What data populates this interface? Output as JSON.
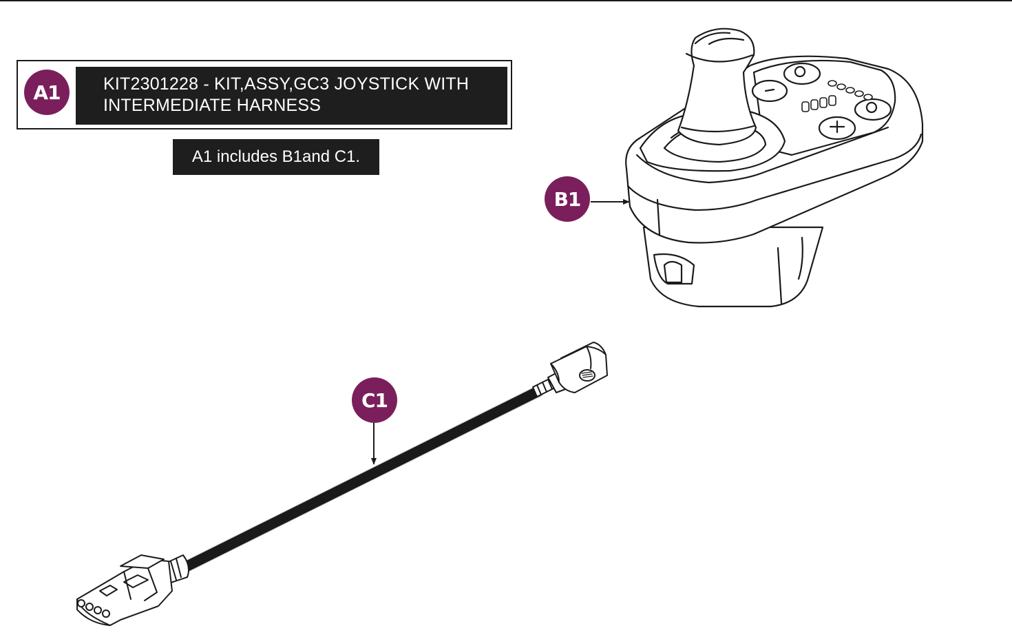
{
  "kit": {
    "callout": "A1",
    "title_line1": "KIT2301228 - KIT,ASSY,GC3 JOYSTICK WITH",
    "title_line2": "INTERMEDIATE HARNESS"
  },
  "note": "A1 includes B1and C1.",
  "callouts": {
    "b1": "B1",
    "c1": "C1"
  },
  "colors": {
    "callout_fill": "#7a1f5c",
    "label_fill": "#1e1e1e",
    "line": "#1a1a1a"
  },
  "icons": {
    "joystick": "joystick-controller-drawing",
    "harness": "intermediate-harness-drawing"
  }
}
